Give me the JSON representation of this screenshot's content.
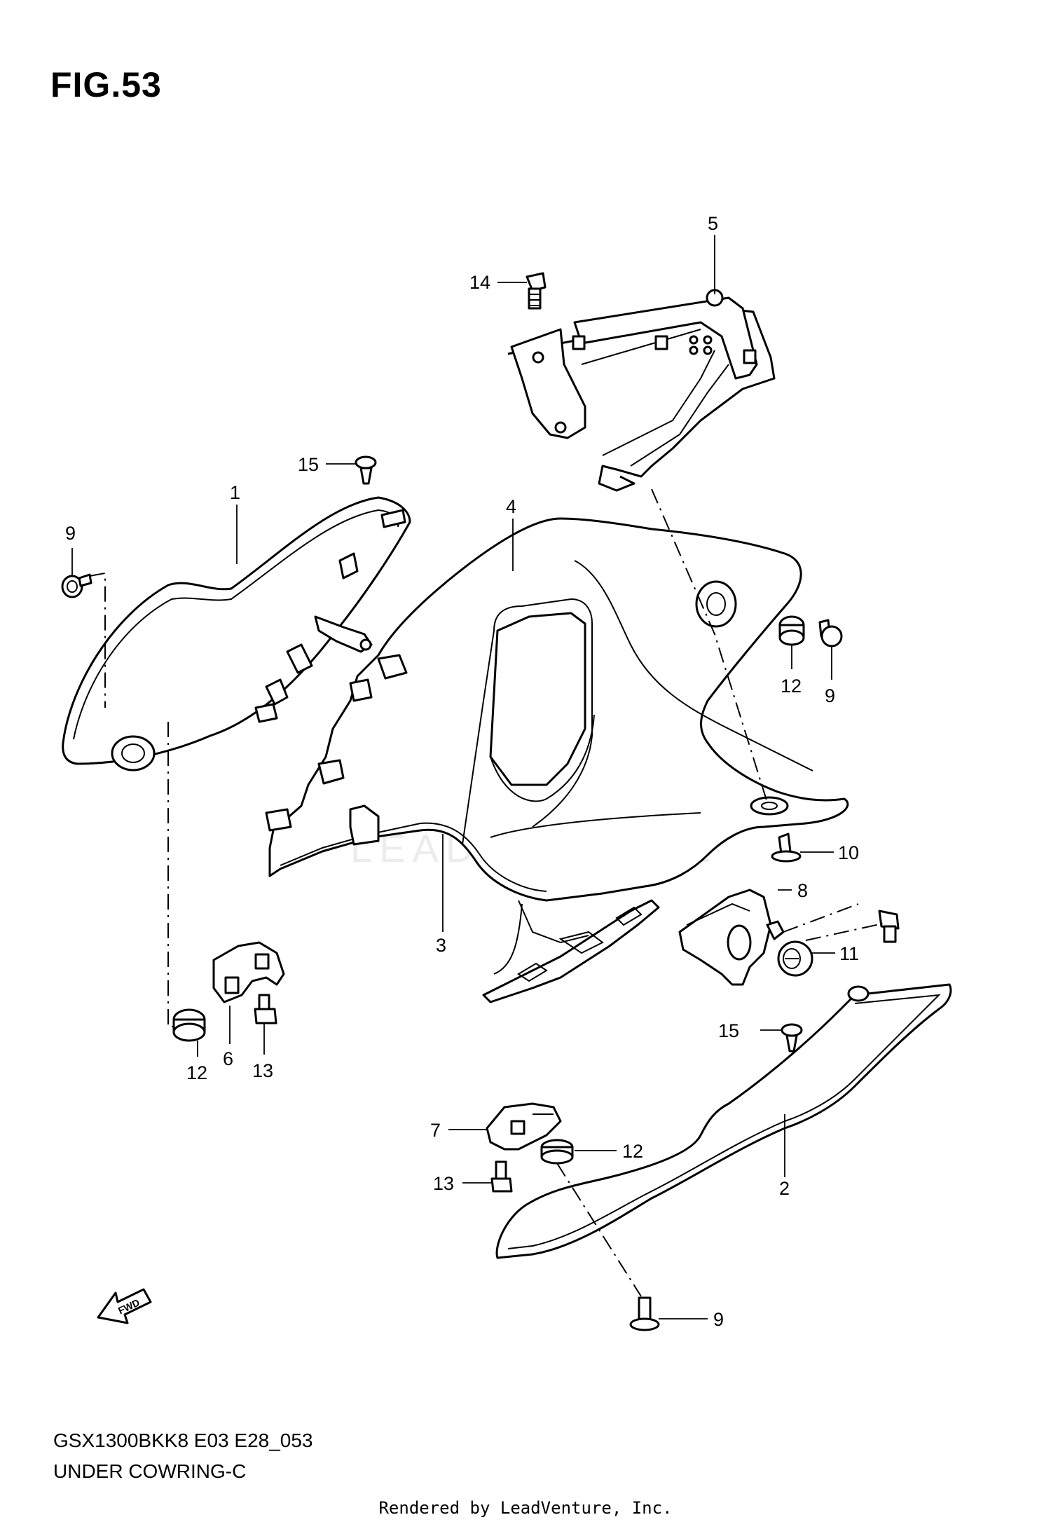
{
  "figure": {
    "title": "FIG.53",
    "model_code": "GSX1300BKK8 E03 E28_053",
    "diagram_name": "UNDER COWRING-C",
    "credit": "Rendered by LeadVenture, Inc.",
    "watermark": "LEADVENTURE",
    "fwd_label": "FWD"
  },
  "callouts": [
    {
      "id": "1",
      "label": "1"
    },
    {
      "id": "2",
      "label": "2"
    },
    {
      "id": "3",
      "label": "3"
    },
    {
      "id": "4",
      "label": "4"
    },
    {
      "id": "5",
      "label": "5"
    },
    {
      "id": "6",
      "label": "6"
    },
    {
      "id": "7",
      "label": "7"
    },
    {
      "id": "8",
      "label": "8"
    },
    {
      "id": "9a",
      "label": "9"
    },
    {
      "id": "9b",
      "label": "9"
    },
    {
      "id": "9c",
      "label": "9"
    },
    {
      "id": "10",
      "label": "10"
    },
    {
      "id": "11",
      "label": "11"
    },
    {
      "id": "12a",
      "label": "12"
    },
    {
      "id": "12b",
      "label": "12"
    },
    {
      "id": "12c",
      "label": "12"
    },
    {
      "id": "13a",
      "label": "13"
    },
    {
      "id": "13b",
      "label": "13"
    },
    {
      "id": "14",
      "label": "14"
    },
    {
      "id": "15a",
      "label": "15"
    },
    {
      "id": "15b",
      "label": "15"
    }
  ]
}
